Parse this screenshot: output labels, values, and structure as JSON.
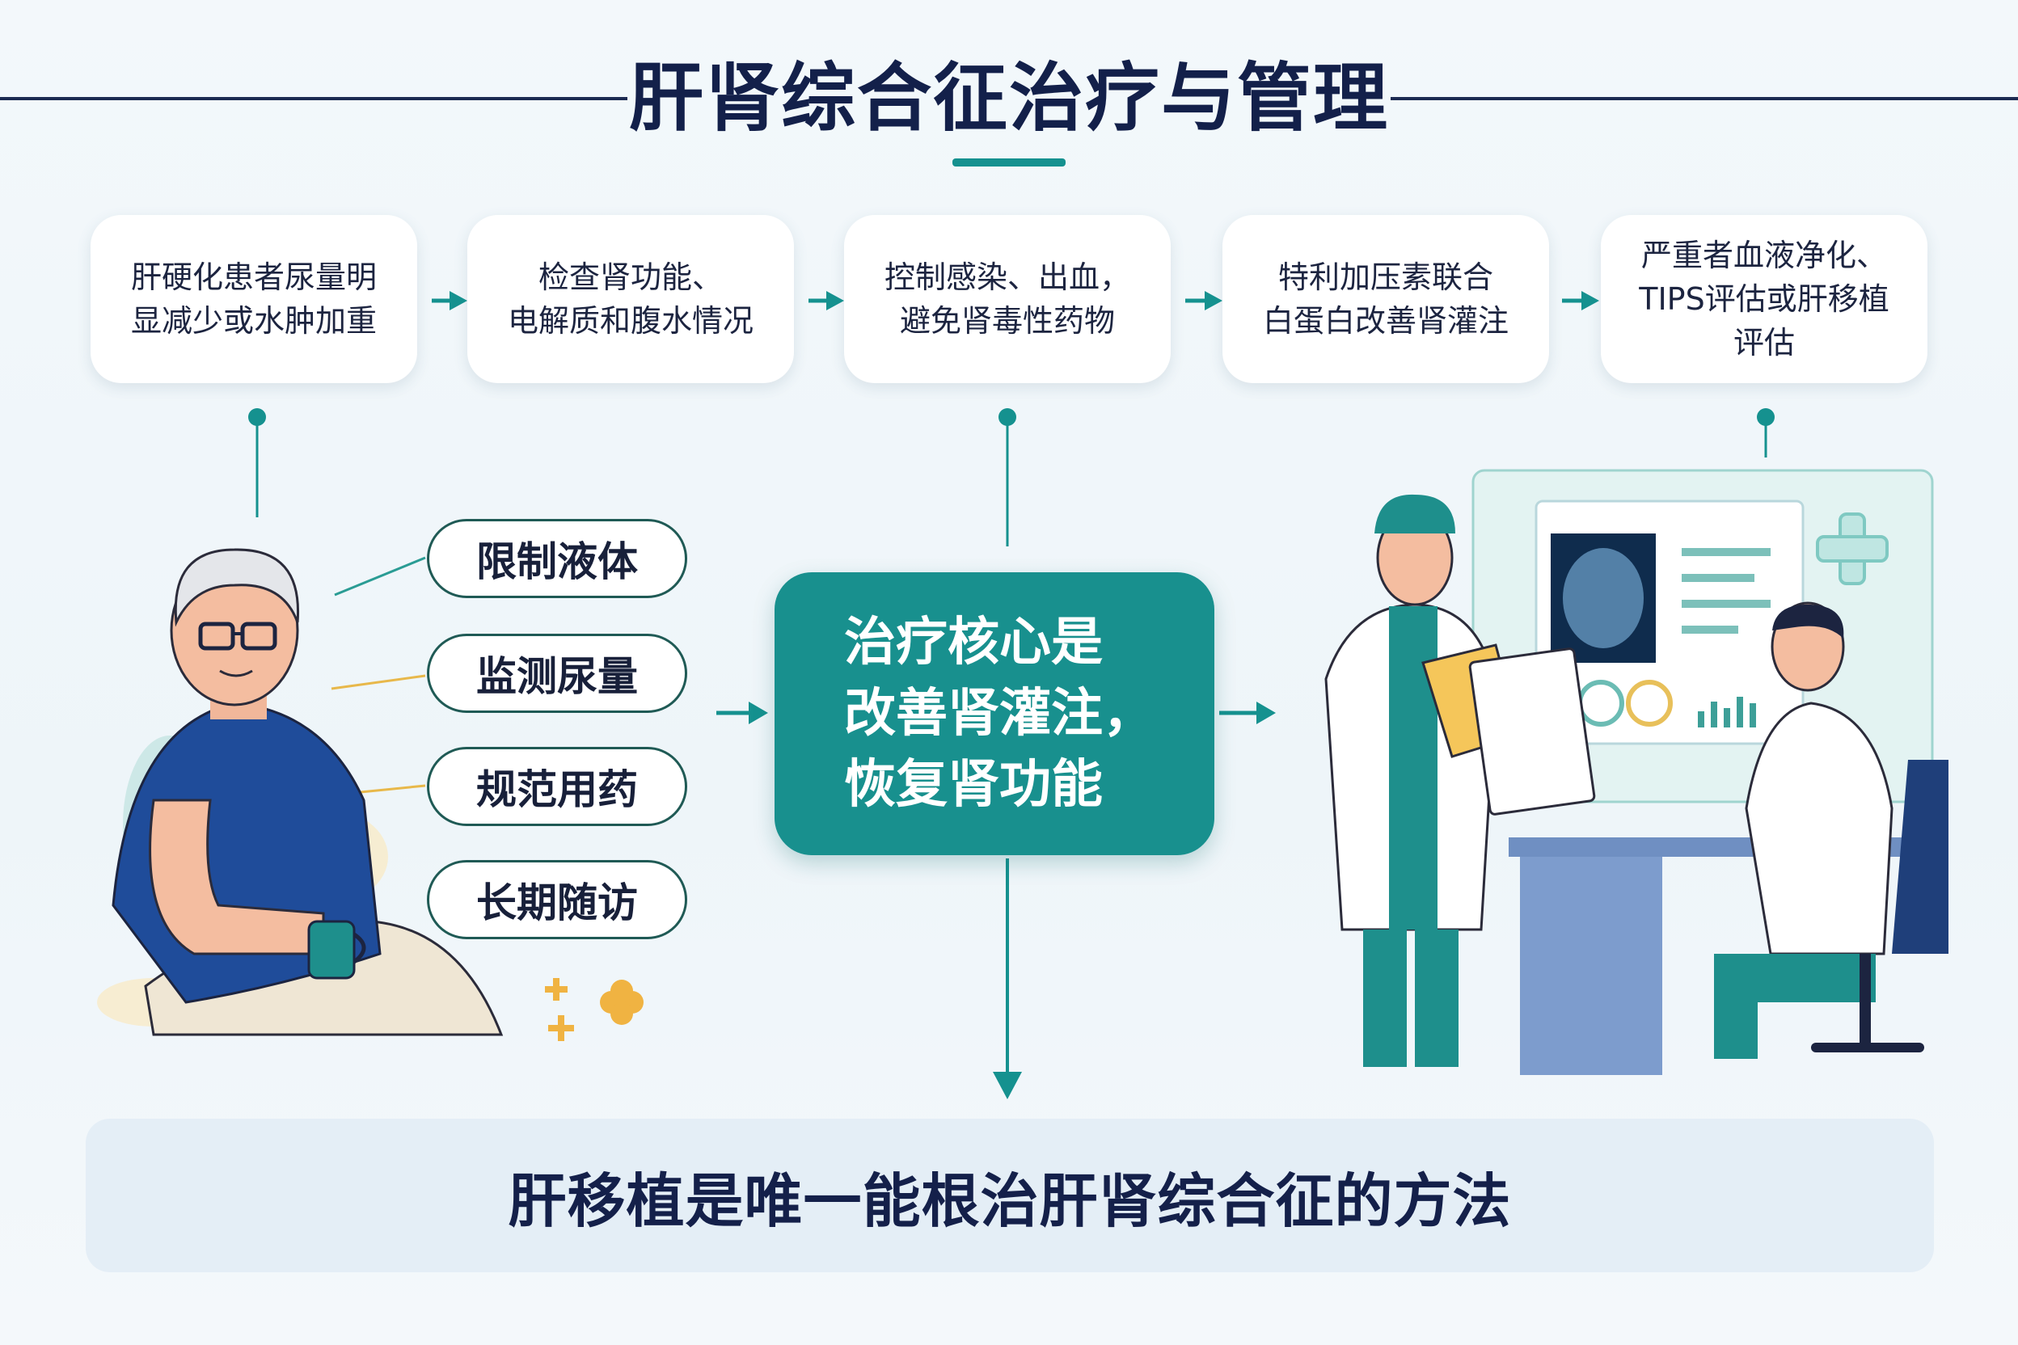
{
  "title": "肝肾综合征治疗与管理",
  "steps": [
    {
      "line1": "肝硬化患者尿量明",
      "line2": "显减少或水肿加重",
      "line3": ""
    },
    {
      "line1": "检查肾功能、",
      "line2": "电解质和腹水情况",
      "line3": ""
    },
    {
      "line1": "控制感染、出血，",
      "line2": "避免肾毒性药物",
      "line3": ""
    },
    {
      "line1": "特利加压素联合",
      "line2": "白蛋白改善肾灌注",
      "line3": ""
    },
    {
      "line1": "严重者血液净化、",
      "line2": "TIPS评估或肝移植",
      "line3": "评估"
    }
  ],
  "care_items": [
    "限制液体",
    "监测尿量",
    "规范用药",
    "长期随访"
  ],
  "core": {
    "line1": "治疗核心是",
    "line2": "改善肾灌注，",
    "line3": "恢复肾功能"
  },
  "bottom_text": "肝移植是唯一能根治肝肾综合征的方法",
  "colors": {
    "accent": "#18908e",
    "navy": "#13204a",
    "background": "#f3f8fb"
  },
  "icons": [
    "patient-illustration",
    "doctors-illustration",
    "monitor-scan",
    "medical-cross-icon",
    "sparkle-icon"
  ]
}
